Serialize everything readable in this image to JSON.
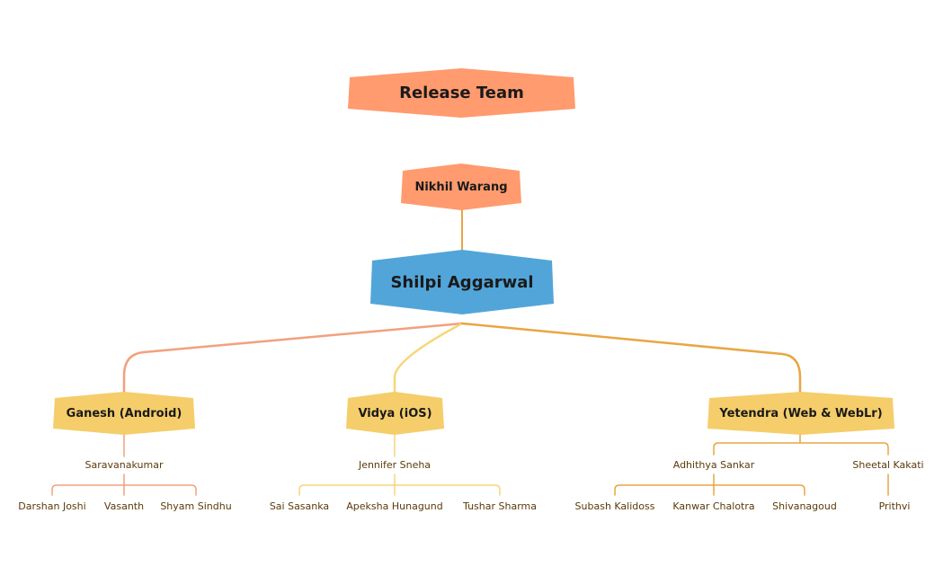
{
  "diagram": {
    "title": "Release Team",
    "manager": "Nikhil Warang",
    "lead": "Shilpi Aggarwal",
    "groups": [
      {
        "lead": "Ganesh (Android)",
        "members": [
          {
            "name": "Saravanakumar",
            "reports": [
              "Darshan Joshi",
              "Vasanth",
              "Shyam Sindhu"
            ]
          }
        ]
      },
      {
        "lead": "Vidya (iOS)",
        "members": [
          {
            "name": "Jennifer Sneha",
            "reports": [
              "Sai Sasanka",
              "Apeksha Hunagund",
              "Tushar Sharma"
            ]
          }
        ]
      },
      {
        "lead": "Yetendra (Web & WebLr)",
        "members": [
          {
            "name": "Adhithya Sankar",
            "reports": [
              "Subash Kalidoss",
              "Kanwar Chalotra",
              "Shivanagoud"
            ]
          },
          {
            "name": "Sheetal Kakati",
            "reports": [
              "Prithvi"
            ]
          }
        ]
      }
    ]
  },
  "colors": {
    "title_box": "#FF9B6E",
    "manager_box": "#FF9B6E",
    "lead_box": "#52A5D9",
    "group_box": "#F5CD6A",
    "android_line": "#F3A07E",
    "ios_line": "#F6D678",
    "web_line": "#E9A642",
    "text": "#5a3a0a"
  }
}
